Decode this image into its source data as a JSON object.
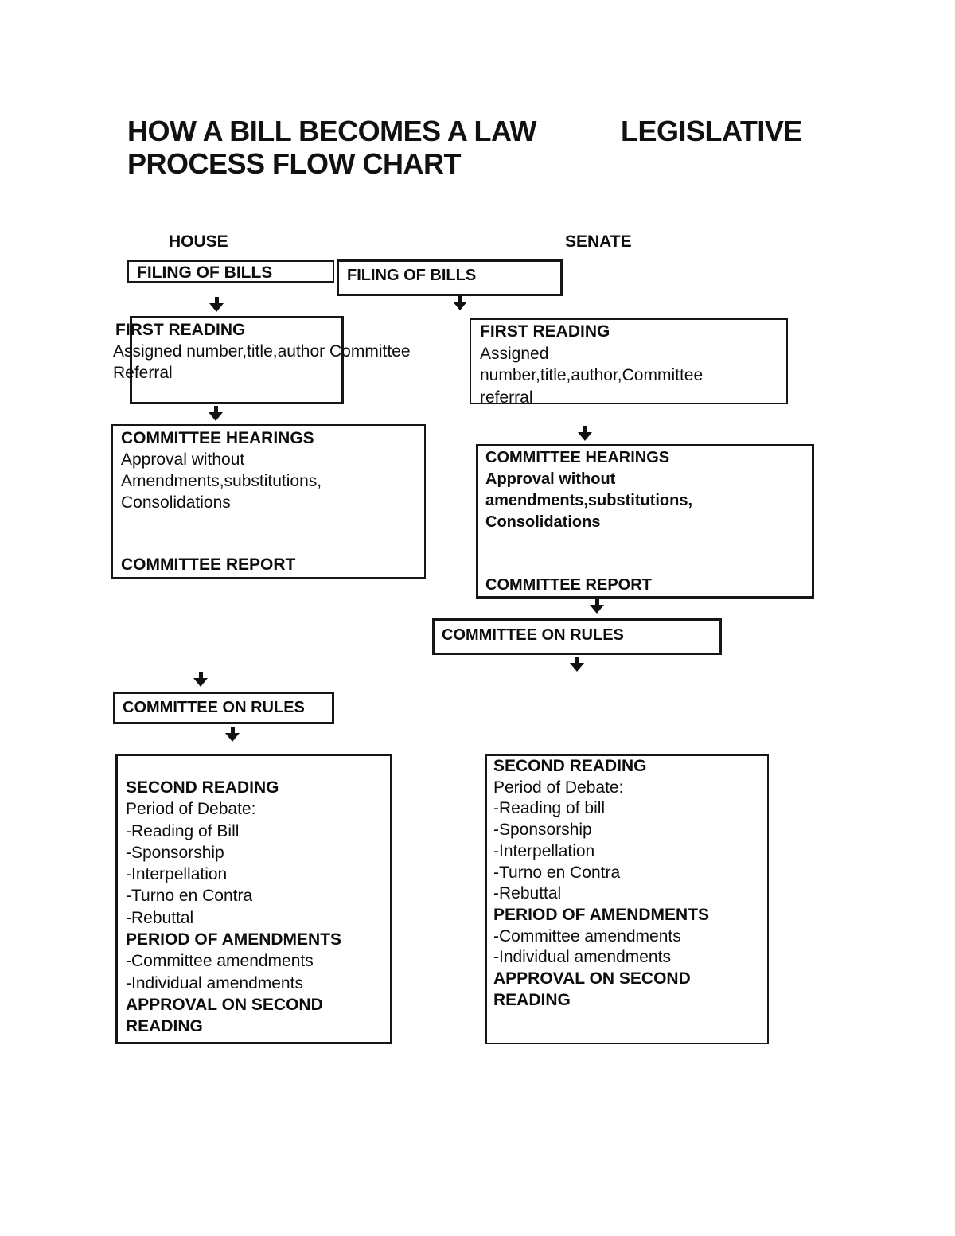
{
  "title": {
    "line1_left": "HOW A BILL BECOMES A LAW",
    "line1_right": "LEGISLATIVE",
    "line2": "PROCESS FLOW CHART"
  },
  "columns": {
    "house_label": "HOUSE",
    "senate_label": "SENATE"
  },
  "house": {
    "filing_label": "FILING OF BILLS",
    "first_reading": {
      "heading": "FIRST READING",
      "line1": "Assigned number,title,author Committee",
      "line2": "Referral"
    },
    "committee_hearings": {
      "heading": "COMMITTEE HEARINGS",
      "line1": "Approval without",
      "line2": "Amendments,substitutions,",
      "line3": "Consolidations",
      "report": "COMMITTEE REPORT"
    },
    "committee_on_rules_label": "COMMITTEE ON RULES",
    "second_reading": {
      "lines": [
        "SECOND READING",
        "Period of Debate:",
        "-Reading of Bill",
        "-Sponsorship",
        "-Interpellation",
        "-Turno en Contra",
        "-Rebuttal",
        "PERIOD OF AMENDMENTS",
        "-Committee amendments",
        "-Individual amendments",
        "APPROVAL ON SECOND",
        "READING"
      ]
    }
  },
  "senate": {
    "filing_label": "FILING OF BILLS",
    "first_reading": {
      "heading": "FIRST READING",
      "line1": "Assigned",
      "line2": "number,title,author,Committee",
      "line3": "referral"
    },
    "committee_hearings": {
      "heading": "COMMITTEE HEARINGS",
      "line1": "Approval without",
      "line2": "amendments,substitutions,",
      "line3": "Consolidations",
      "report": "COMMITTEE REPORT"
    },
    "committee_on_rules_label": "COMMITTEE ON RULES",
    "second_reading": {
      "lines": [
        "SECOND READING",
        "Period of Debate:",
        "-Reading of bill",
        "-Sponsorship",
        "-Interpellation",
        "-Turno en Contra",
        "-Rebuttal",
        "PERIOD OF AMENDMENTS",
        "-Committee amendments",
        "-Individual amendments",
        "APPROVAL ON SECOND",
        "READING"
      ]
    }
  }
}
